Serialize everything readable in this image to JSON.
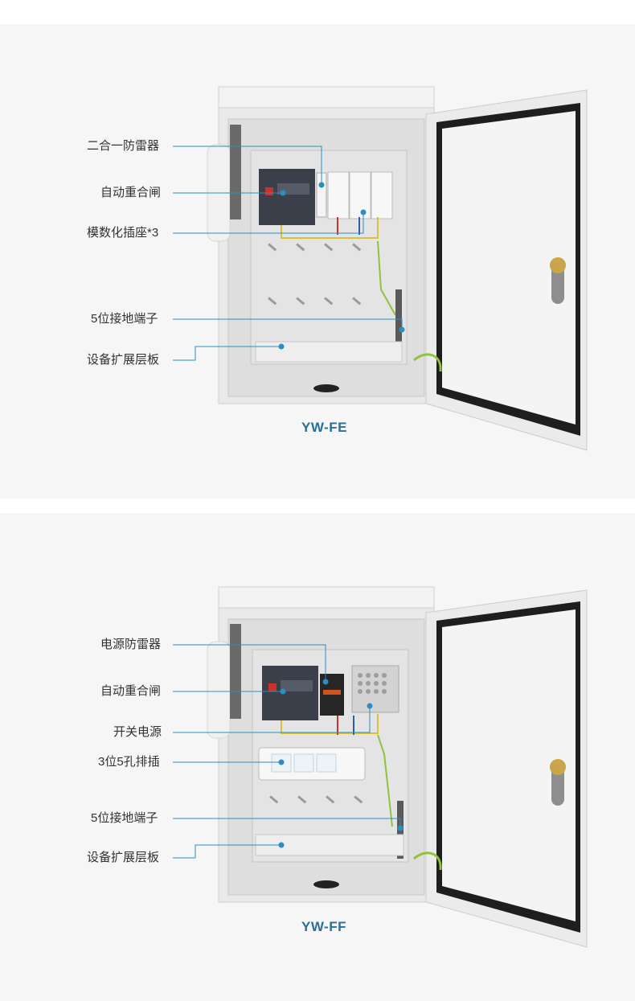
{
  "products": [
    {
      "model": "YW-FE",
      "callouts": [
        {
          "label": "二合一防雷器"
        },
        {
          "label": "自动重合闸"
        },
        {
          "label": "模数化插座*3"
        },
        {
          "label": "5位接地端子"
        },
        {
          "label": "设备扩展层板"
        }
      ]
    },
    {
      "model": "YW-FF",
      "callouts": [
        {
          "label": "电源防雷器"
        },
        {
          "label": "自动重合闸"
        },
        {
          "label": "开关电源"
        },
        {
          "label": "3位5孔排插"
        },
        {
          "label": "5位接地端子"
        },
        {
          "label": "设备扩展层板"
        }
      ]
    }
  ],
  "colors": {
    "accent": "#2a8fbf",
    "model_text": "#2a6f98",
    "cabinet": "#ececec",
    "gasket": "#1e1e1e"
  }
}
